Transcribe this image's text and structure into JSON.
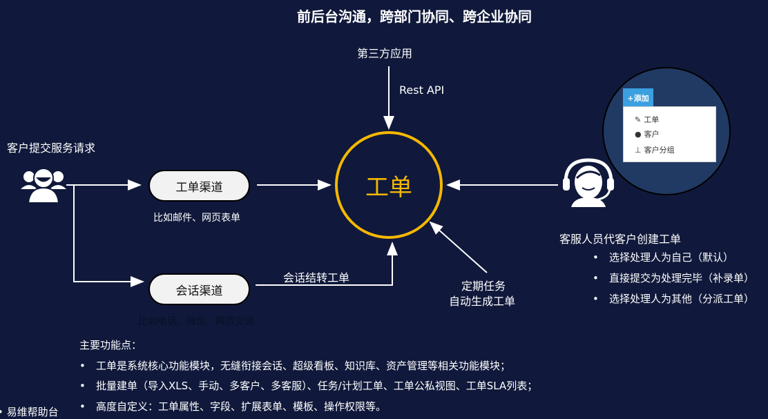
{
  "title": "前后台沟通，跨部门协同、跨企业协同",
  "third_party": "第三方应用",
  "rest_api": "Rest API",
  "center": "工单",
  "customer_label": "客户提交服务请求",
  "channel_ticket": "工单渠道",
  "channel_ticket_note": "比如邮件、网页表单",
  "channel_chat": "会话渠道",
  "channel_chat_note": "比如电话、微信、网页交谈",
  "chat_to_ticket": "会话结转工单",
  "scheduled_1": "定期任务",
  "scheduled_2": "自动生成工单",
  "agent_label": "客服人员代客户创建工单",
  "agent_options": [
    "选择处理人为自己（默认）",
    "直接提交为处理完毕（补录单）",
    "选择处理人为其他（分派工单）"
  ],
  "inset": {
    "add_button": "+添加",
    "menu": [
      "工单",
      "客户",
      "客户分组"
    ]
  },
  "features": {
    "heading": "主要功能点：",
    "items": [
      "工单是系统核心功能模块，无缝衔接会话、超级看板、知识库、资产管理等相关功能模块；",
      "批量建单（导入XLS、手动、多客户、多客服）、任务/计划工单、工单公私视图、工单SLA列表；",
      "高度自定义：工单属性、字段、扩展表单、模板、操作权限等。"
    ]
  },
  "footer_cut": "• 易维帮助台",
  "colors": {
    "background": "#10193b",
    "accent": "#f5b800",
    "button": "#3aa0e0"
  }
}
